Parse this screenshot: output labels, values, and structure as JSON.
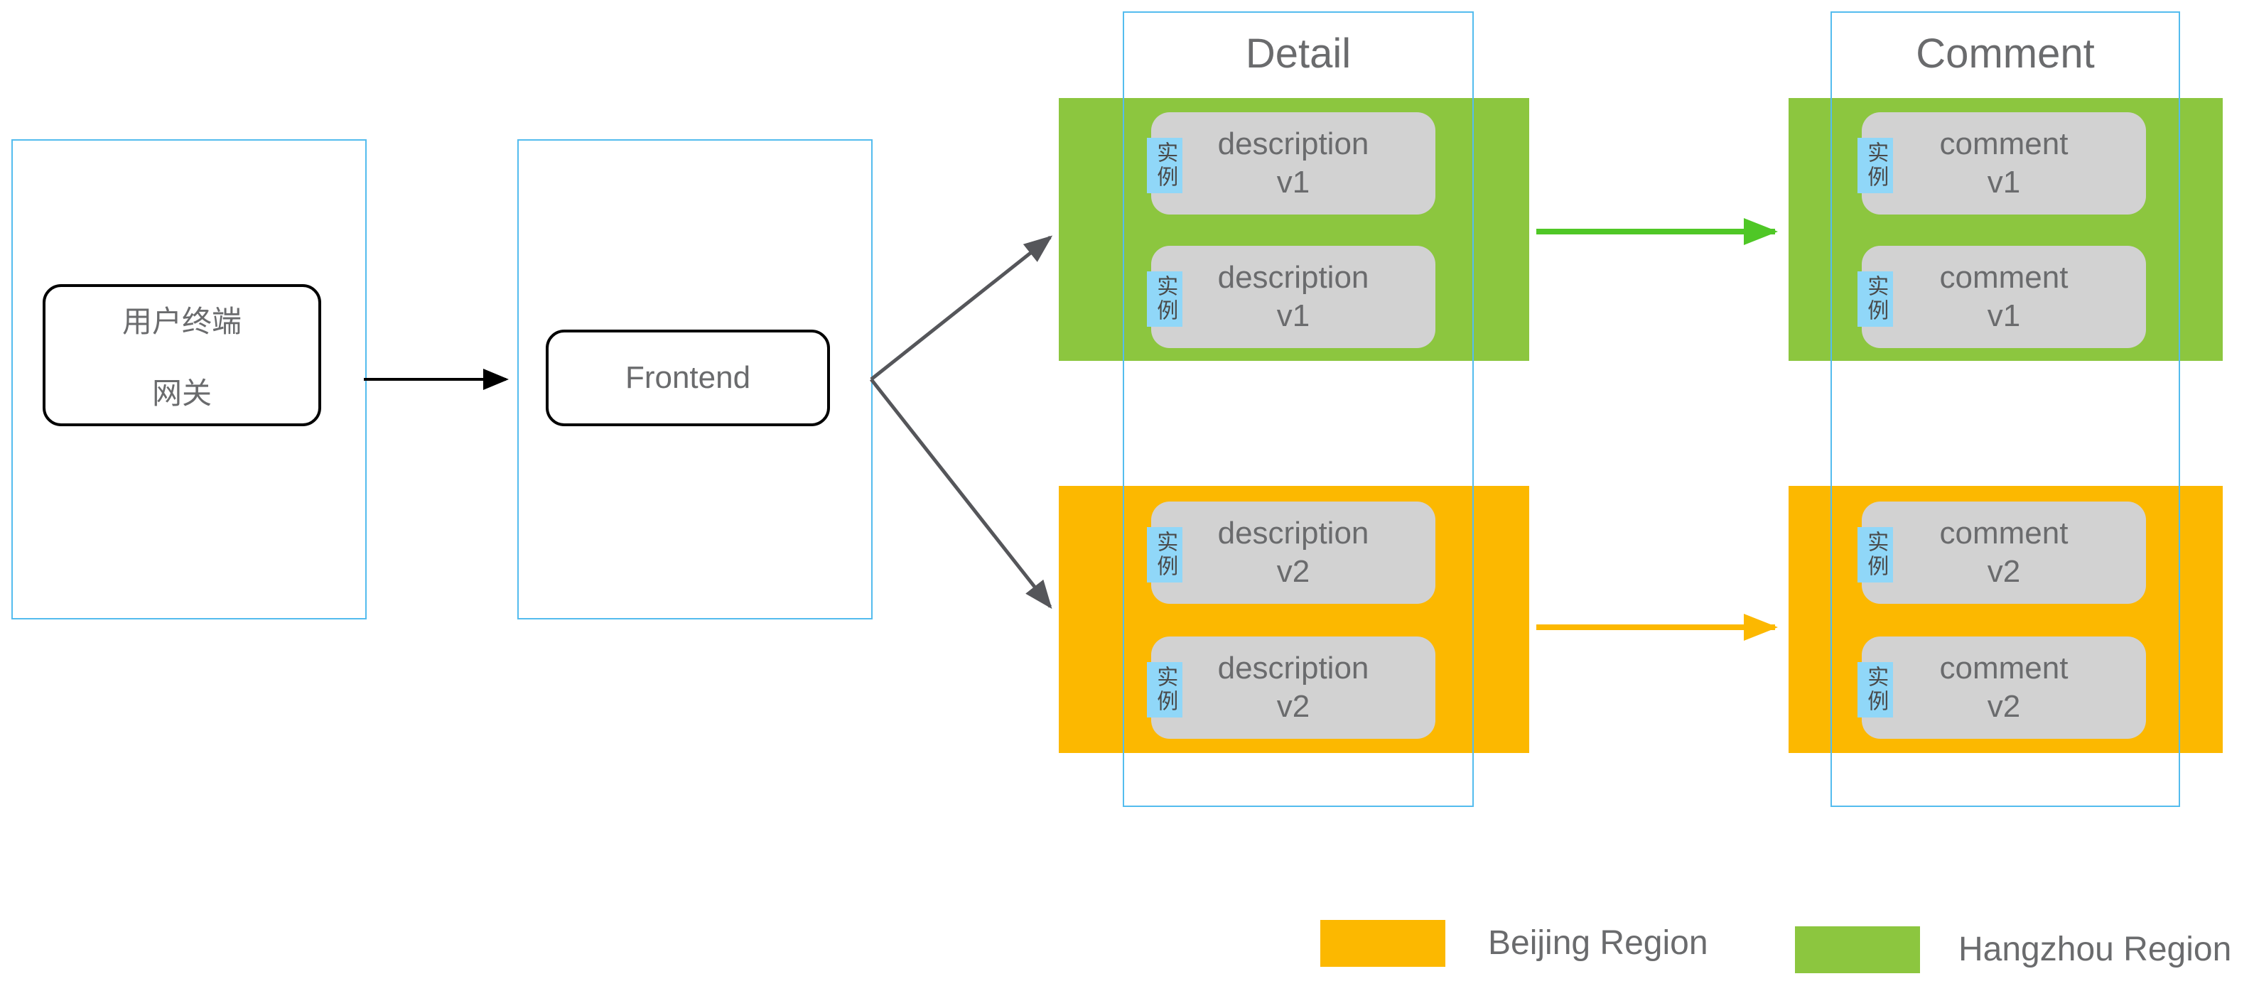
{
  "colors": {
    "container_blue": "#54BCEE",
    "hangzhou_green": "#8CC63F",
    "beijing_orange": "#FCB800",
    "arrow_green": "#4FC726",
    "arrow_gray": "#55565A",
    "item_gray": "#D2D2D2",
    "text_gray": "#6A6B6D",
    "instance_blue": "#90D7F8",
    "instance_text": "#4A4A4A"
  },
  "user_terminal": {
    "line1": "用户终端",
    "line2": "网关"
  },
  "frontend": {
    "label": "Frontend"
  },
  "detail_column": {
    "title": "Detail",
    "items": [
      {
        "tag": "实例",
        "line1": "description",
        "line2": "v1",
        "region": "hangzhou"
      },
      {
        "tag": "实例",
        "line1": "description",
        "line2": "v1",
        "region": "hangzhou"
      },
      {
        "tag": "实例",
        "line1": "description",
        "line2": "v2",
        "region": "beijing"
      },
      {
        "tag": "实例",
        "line1": "description",
        "line2": "v2",
        "region": "beijing"
      }
    ]
  },
  "comment_column": {
    "title": "Comment",
    "items": [
      {
        "tag": "实例",
        "line1": "comment",
        "line2": "v1",
        "region": "hangzhou"
      },
      {
        "tag": "实例",
        "line1": "comment",
        "line2": "v1",
        "region": "hangzhou"
      },
      {
        "tag": "实例",
        "line1": "comment",
        "line2": "v2",
        "region": "beijing"
      },
      {
        "tag": "实例",
        "line1": "comment",
        "line2": "v2",
        "region": "beijing"
      }
    ]
  },
  "legend": {
    "items": [
      {
        "label": "Beijing Region",
        "color": "#FCB800"
      },
      {
        "label": "Hangzhou Region",
        "color": "#8CC63F"
      }
    ]
  }
}
